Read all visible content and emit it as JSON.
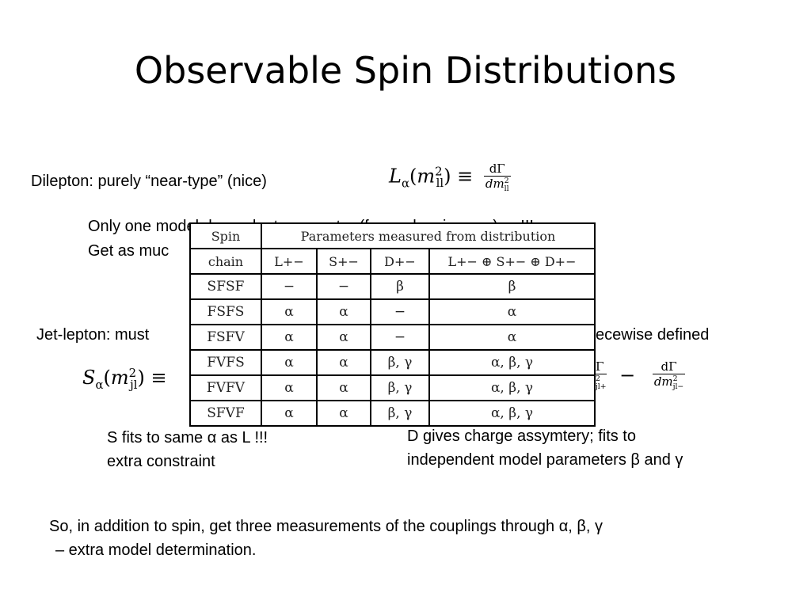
{
  "slide": {
    "title": "Observable Spin Distributions",
    "dilepton": {
      "text": "Dilepton:  purely “near-type” (nice)",
      "formula_lhs": "L",
      "formula_sub": "α",
      "formula_arg_m": "m",
      "formula_arg_sup": "2",
      "formula_arg_sub": "ll",
      "formula_equiv": ")  ≡",
      "frac_num": "dΓ",
      "frac_den_m": "dm",
      "frac_den_sup": "2",
      "frac_den_sub": "ll"
    },
    "only_one_line": "Only one model dependent parameter (for each spin case):   α !!!",
    "get_as_much_line": "Get as muc",
    "jet_lepton_left": "Jet-lepton:  must",
    "jet_lepton_right": "ecewise defined",
    "s_formula_lhs": "S",
    "s_formula_sub": "α",
    "s_formula_arg_m": "m",
    "s_formula_arg_sup": "2",
    "s_formula_arg_sub": "jl",
    "s_formula_equiv": ")  ≡",
    "right_frac_num": "dΓ",
    "right_frac_den_m": "dm",
    "right_frac_den_sup": "2",
    "right_frac_den_sub": "jl−",
    "right_partial_top": "Γ",
    "right_partial_sup": "2",
    "right_partial_sub": "jl+",
    "right_minus": "−",
    "s_fits_line1": "S fits to same α as L !!!",
    "s_fits_line2": "extra constraint",
    "d_gives_line1": "D gives charge assymtery; fits to",
    "d_gives_line2": "independent model parameters β and γ",
    "so_line1": "So, in addition to spin, get three measurements of the couplings through α, β, γ",
    "so_line2": "– extra model determination."
  },
  "table": {
    "header_col0_line1": "Spin",
    "header_col0_line2": "chain",
    "header_span": "Parameters measured from distribution",
    "subheaders": [
      "L+−",
      "S+−",
      "D+−",
      "L+− ⊕ S+− ⊕ D+−"
    ],
    "rows": [
      {
        "chain": "SFSF",
        "L": "−",
        "S": "−",
        "D": "β",
        "All": "β"
      },
      {
        "chain": "FSFS",
        "L": "α",
        "S": "α",
        "D": "−",
        "All": "α"
      },
      {
        "chain": "FSFV",
        "L": "α",
        "S": "α",
        "D": "−",
        "All": "α"
      },
      {
        "chain": "FVFS",
        "L": "α",
        "S": "α",
        "D": "β, γ",
        "All": "α, β, γ"
      },
      {
        "chain": "FVFV",
        "L": "α",
        "S": "α",
        "D": "β, γ",
        "All": "α, β, γ"
      },
      {
        "chain": "SFVF",
        "L": "α",
        "S": "α",
        "D": "β, γ",
        "All": "α, β, γ"
      }
    ]
  }
}
